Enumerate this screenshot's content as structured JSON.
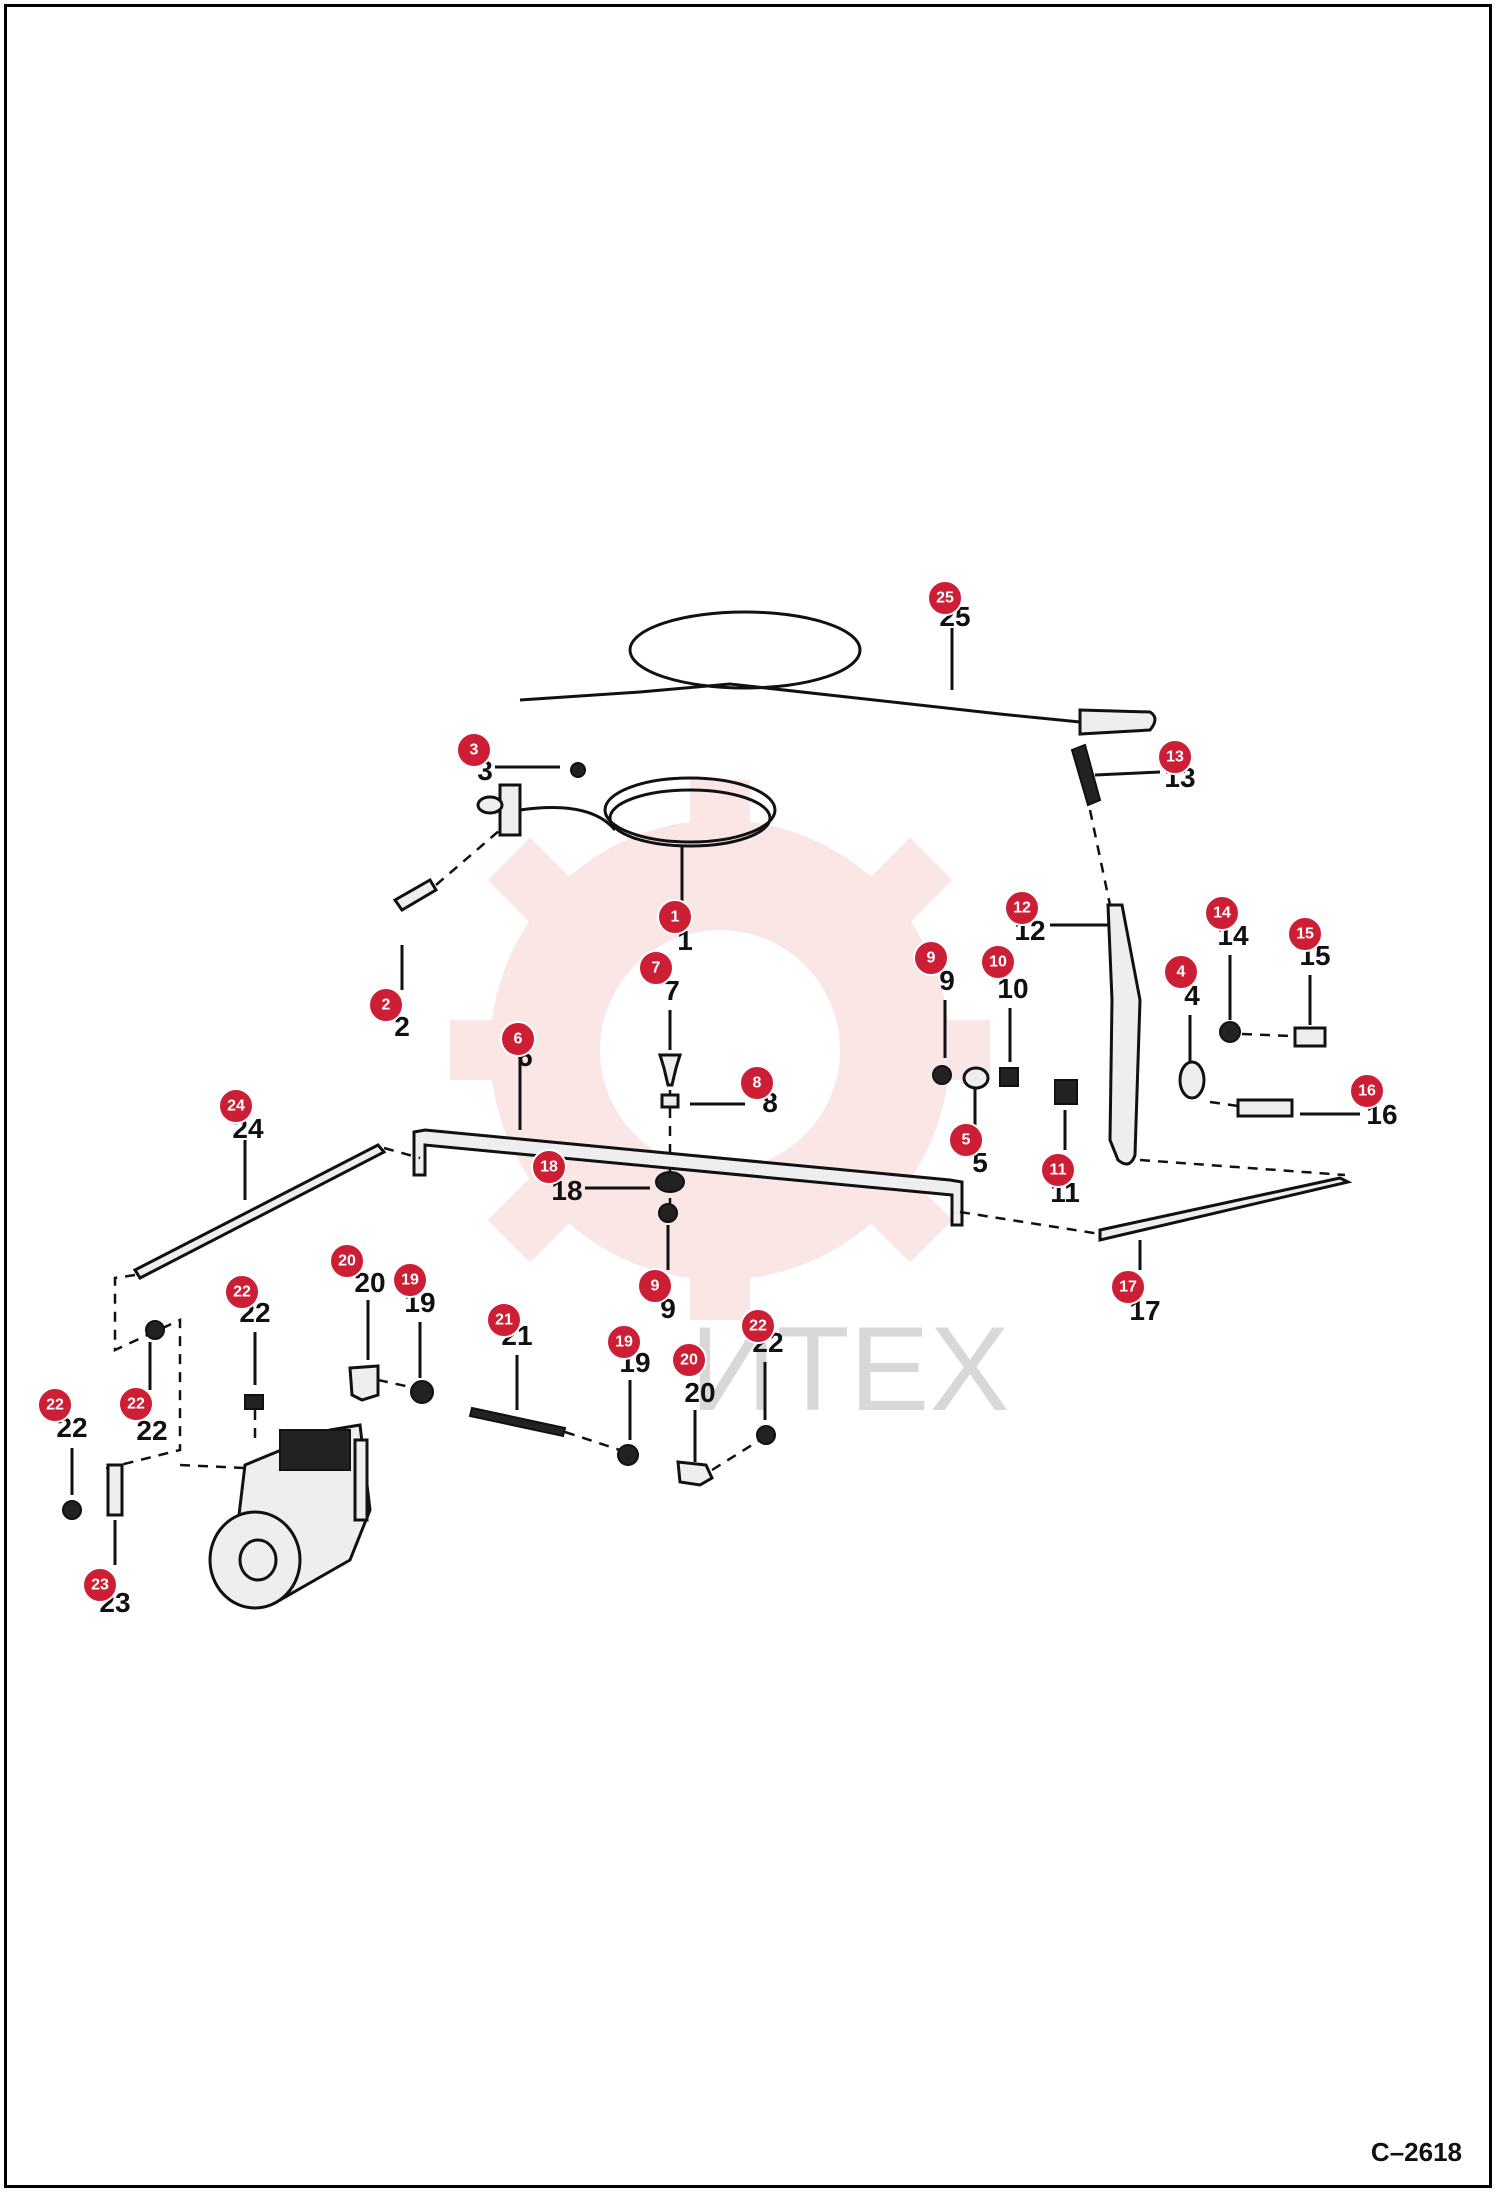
{
  "document": {
    "reference": "C–2618",
    "watermark_text": "ИТЕХ"
  },
  "colors": {
    "callout": "#cc1f36",
    "watermark": "#f5b8b8",
    "line": "#111111"
  },
  "callouts": [
    {
      "id": "callout-25",
      "label": "25",
      "part_number": "25"
    },
    {
      "id": "callout-3",
      "label": "3",
      "part_number": "3"
    },
    {
      "id": "callout-13",
      "label": "13",
      "part_number": "13"
    },
    {
      "id": "callout-1",
      "label": "1",
      "part_number": "1"
    },
    {
      "id": "callout-12",
      "label": "12",
      "part_number": "12"
    },
    {
      "id": "callout-14",
      "label": "14",
      "part_number": "14"
    },
    {
      "id": "callout-15",
      "label": "15",
      "part_number": "15"
    },
    {
      "id": "callout-7",
      "label": "7",
      "part_number": "7"
    },
    {
      "id": "callout-9a",
      "label": "9",
      "part_number": "9"
    },
    {
      "id": "callout-10",
      "label": "10",
      "part_number": "10"
    },
    {
      "id": "callout-4",
      "label": "4",
      "part_number": "4"
    },
    {
      "id": "callout-2",
      "label": "2",
      "part_number": "2"
    },
    {
      "id": "callout-6",
      "label": "6",
      "part_number": "6"
    },
    {
      "id": "callout-8",
      "label": "8",
      "part_number": "8"
    },
    {
      "id": "callout-16",
      "label": "16",
      "part_number": "16"
    },
    {
      "id": "callout-5",
      "label": "5",
      "part_number": "5"
    },
    {
      "id": "callout-24",
      "label": "24",
      "part_number": "24"
    },
    {
      "id": "callout-18",
      "label": "18",
      "part_number": "18"
    },
    {
      "id": "callout-11",
      "label": "11",
      "part_number": "11"
    },
    {
      "id": "callout-9b",
      "label": "9",
      "part_number": "9"
    },
    {
      "id": "callout-17",
      "label": "17",
      "part_number": "17"
    },
    {
      "id": "callout-20a",
      "label": "20",
      "part_number": "20"
    },
    {
      "id": "callout-19a",
      "label": "19",
      "part_number": "19"
    },
    {
      "id": "callout-22a",
      "label": "22",
      "part_number": "22"
    },
    {
      "id": "callout-21",
      "label": "21",
      "part_number": "21"
    },
    {
      "id": "callout-19b",
      "label": "19",
      "part_number": "19"
    },
    {
      "id": "callout-20b",
      "label": "20",
      "part_number": "20"
    },
    {
      "id": "callout-22b",
      "label": "22",
      "part_number": "22"
    },
    {
      "id": "callout-22c",
      "label": "22",
      "part_number": "22"
    },
    {
      "id": "callout-22d",
      "label": "22",
      "part_number": "22"
    },
    {
      "id": "callout-23",
      "label": "23",
      "part_number": "23"
    }
  ]
}
